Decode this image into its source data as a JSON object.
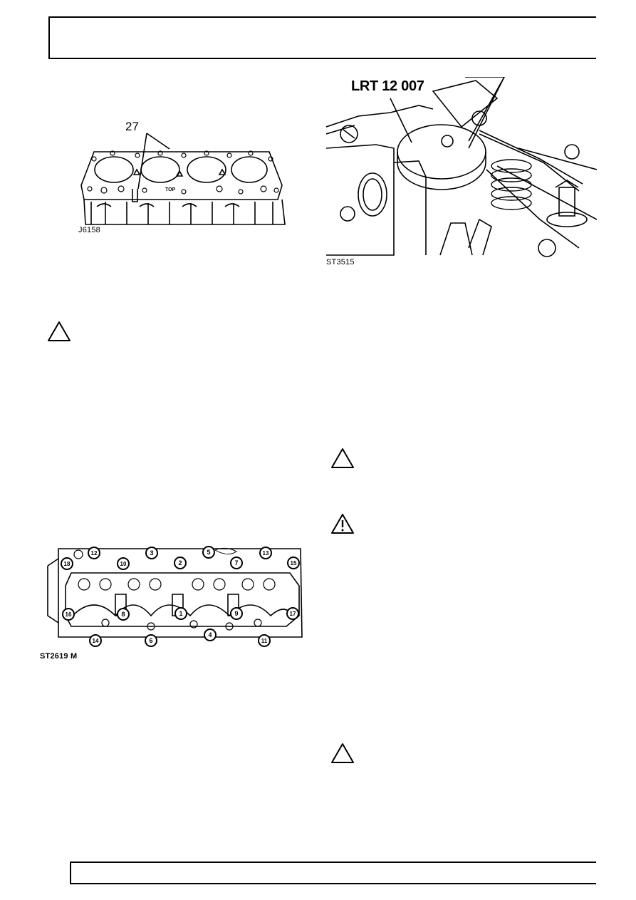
{
  "figures": {
    "gasket": {
      "callout": "27",
      "caption": "J6158",
      "stamp": "TOP"
    },
    "tool": {
      "label": "LRT 12 007",
      "caption": "ST3515"
    },
    "bolts": {
      "caption": "ST2619 M",
      "sequence": [
        "1",
        "2",
        "3",
        "4",
        "5",
        "6",
        "7",
        "8",
        "9",
        "10",
        "11",
        "12",
        "13",
        "14",
        "15",
        "16",
        "17",
        "18"
      ]
    }
  },
  "notes": [
    {
      "icon": "caution-triangle-icon"
    },
    {
      "icon": "caution-triangle-icon"
    },
    {
      "icon": "warning-exclamation-icon"
    },
    {
      "icon": "caution-triangle-icon"
    }
  ]
}
